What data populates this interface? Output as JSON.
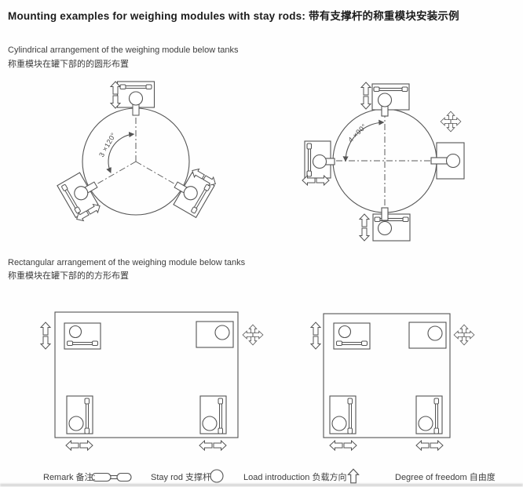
{
  "page": {
    "title": "Mounting examples  for weighing modules with stay rods: 带有支撑杆的称重模块安装示例"
  },
  "sections": {
    "cylindrical": {
      "heading_en": "Cylindrical arrangement of the weighing module below tanks",
      "heading_zh": "称重模块在罐下部的的圆形布置",
      "diagrams": {
        "three_point": {
          "angle_label": "3 ×120°",
          "module_count": 3
        },
        "four_point": {
          "angle_label": "4 ×90°",
          "module_count": 4
        }
      }
    },
    "rectangular": {
      "heading_en": "Rectangular arrangement of the weighing module below  tanks",
      "heading_zh": "称重模块在罐下部的的方形布置",
      "diagrams": {
        "left_wide": {
          "module_count": 4
        },
        "right_square": {
          "module_count": 4
        }
      }
    }
  },
  "legend": {
    "remark_label": "Remark 备注:",
    "stay_rod_label": "Stay rod 支撑杆",
    "load_introduction_label": "Load  introduction 负载方向",
    "degree_of_freedom_label": "Degree of freedom  自由度",
    "symbols": {
      "remark_symbol": "stay-rod-dumbbell-icon",
      "stay_rod_symbol": "circle-icon",
      "load_introduction_symbol": "hollow-up-arrow-icon",
      "degree_of_freedom_symbol": "none"
    }
  },
  "colors": {
    "line": "#545454",
    "text": "#3a3a3a",
    "background": "#fefefe"
  }
}
